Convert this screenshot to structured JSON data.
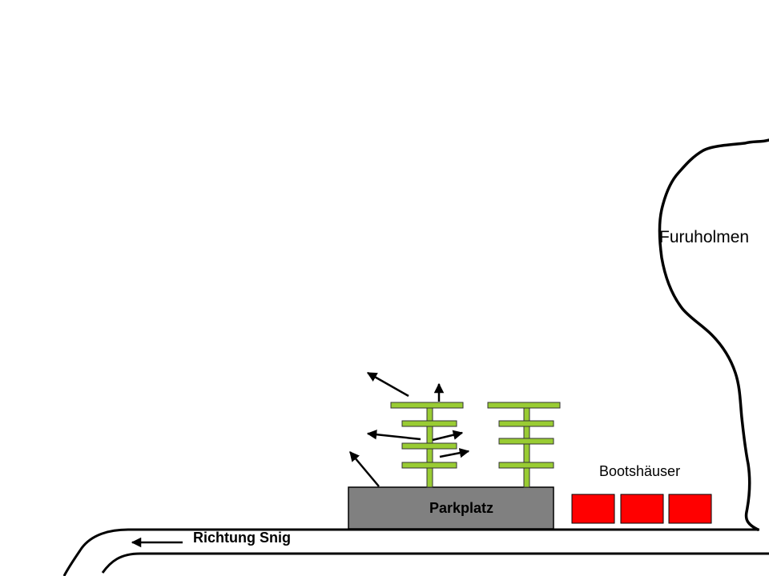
{
  "labels": {
    "island": "Furuholmen",
    "boathouses": "Bootshäuser",
    "parking": "Parkplatz",
    "direction": "Richtung Snig"
  },
  "colors": {
    "pier": "#99cc33",
    "parking": "#808080",
    "boathouse": "#ff0000",
    "lines": "#000000"
  },
  "icons": [
    "arrow-icon"
  ]
}
